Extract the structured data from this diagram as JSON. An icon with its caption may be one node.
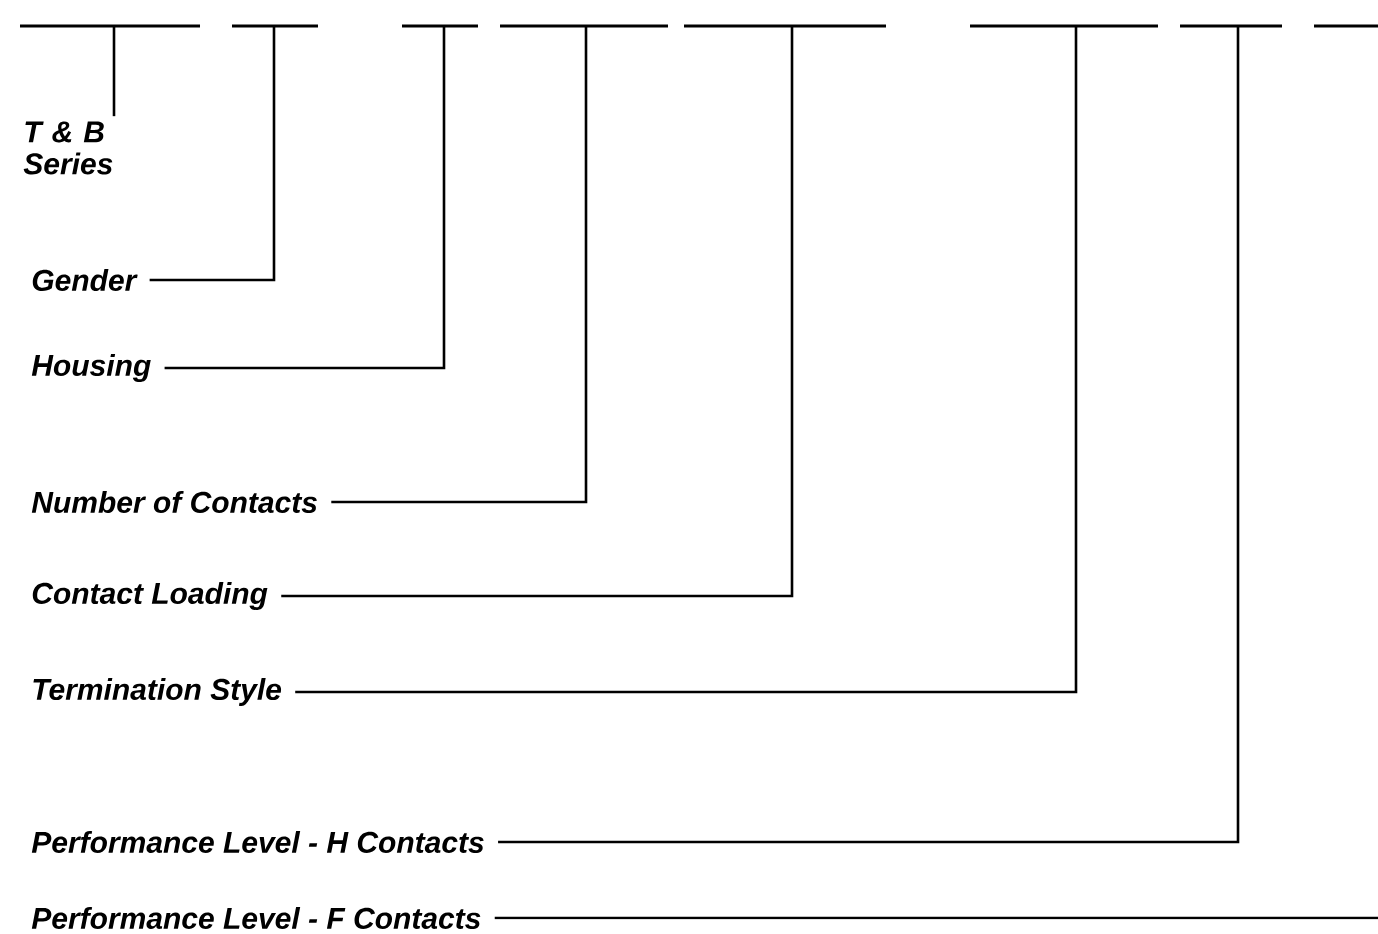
{
  "diagram": {
    "nodes": [
      {
        "text": [],
        "shape": "bar"
      },
      {
        "text": [],
        "shape": "bar"
      },
      {
        "text": [],
        "shape": "bar"
      },
      {
        "text": [],
        "shape": "bar"
      },
      {
        "text": [],
        "shape": "bar"
      },
      {
        "text": [],
        "shape": "bar"
      },
      {
        "text": [],
        "shape": "bar"
      },
      {
        "text": [],
        "shape": "bar"
      },
      {
        "text": [
          "T & B Series"
        ]
      },
      {
        "text": [
          "Gender"
        ]
      },
      {
        "text": [
          "Housing"
        ]
      },
      {
        "text": [
          "Number of Contacts"
        ]
      },
      {
        "text": [
          "Contact Loading"
        ]
      },
      {
        "text": [
          "Termination Style"
        ]
      },
      {
        "text": [
          "Performance Level - H Contacts"
        ]
      },
      {
        "text": [
          "Performance Level - F Contacts"
        ]
      }
    ],
    "edges": [
      {
        "from": 8,
        "to": 0,
        "arrow": "none"
      },
      {
        "from": 9,
        "to": 1,
        "arrow": "none"
      },
      {
        "from": 10,
        "to": 2,
        "arrow": "none"
      },
      {
        "from": 11,
        "to": 3,
        "arrow": "none"
      },
      {
        "from": 12,
        "to": 4,
        "arrow": "none"
      },
      {
        "from": 13,
        "to": 5,
        "arrow": "none"
      },
      {
        "from": 14,
        "to": 6,
        "arrow": "none"
      },
      {
        "from": 15,
        "to": null,
        "arrow": "none"
      }
    ]
  }
}
